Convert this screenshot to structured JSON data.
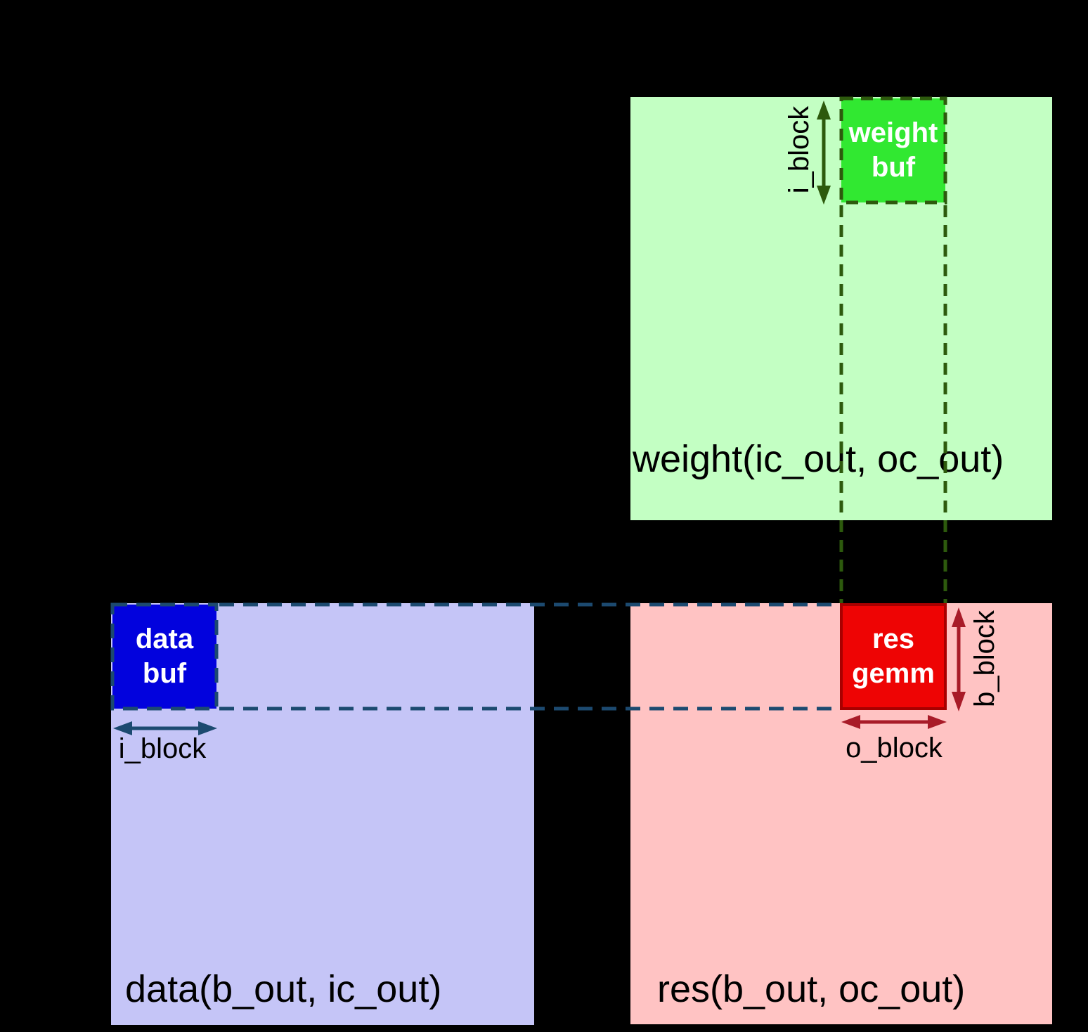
{
  "panels": {
    "weight": {
      "label": "weight(ic_out, oc_out)"
    },
    "data": {
      "label": "data(b_out, ic_out)"
    },
    "res": {
      "label": "res(b_out, oc_out)"
    }
  },
  "blocks": {
    "weight_buf": {
      "lines": [
        "weight",
        "buf"
      ]
    },
    "data_buf": {
      "lines": [
        "data",
        "buf"
      ]
    },
    "res_gemm": {
      "lines": [
        "res",
        "gemm"
      ]
    }
  },
  "annotations": {
    "weight_i_block": "i_block",
    "data_i_block": "i_block",
    "res_b_block": "b_block",
    "res_o_block": "o_block"
  },
  "colors": {
    "background": "#000000",
    "weight-panel": "#c3ffc3",
    "weight-buf": "#31e831",
    "dark-green": "#2d5a0d",
    "data-panel": "#c5c5f7",
    "data-buf": "#0202dd",
    "navy": "#1c4a70",
    "res-panel": "#ffc3c3",
    "res-gemm": "#ee0404",
    "res-gemm-border": "#a80000",
    "crimson": "#a81b28",
    "label-text": "#000000",
    "buf-text": "#ffffff"
  }
}
